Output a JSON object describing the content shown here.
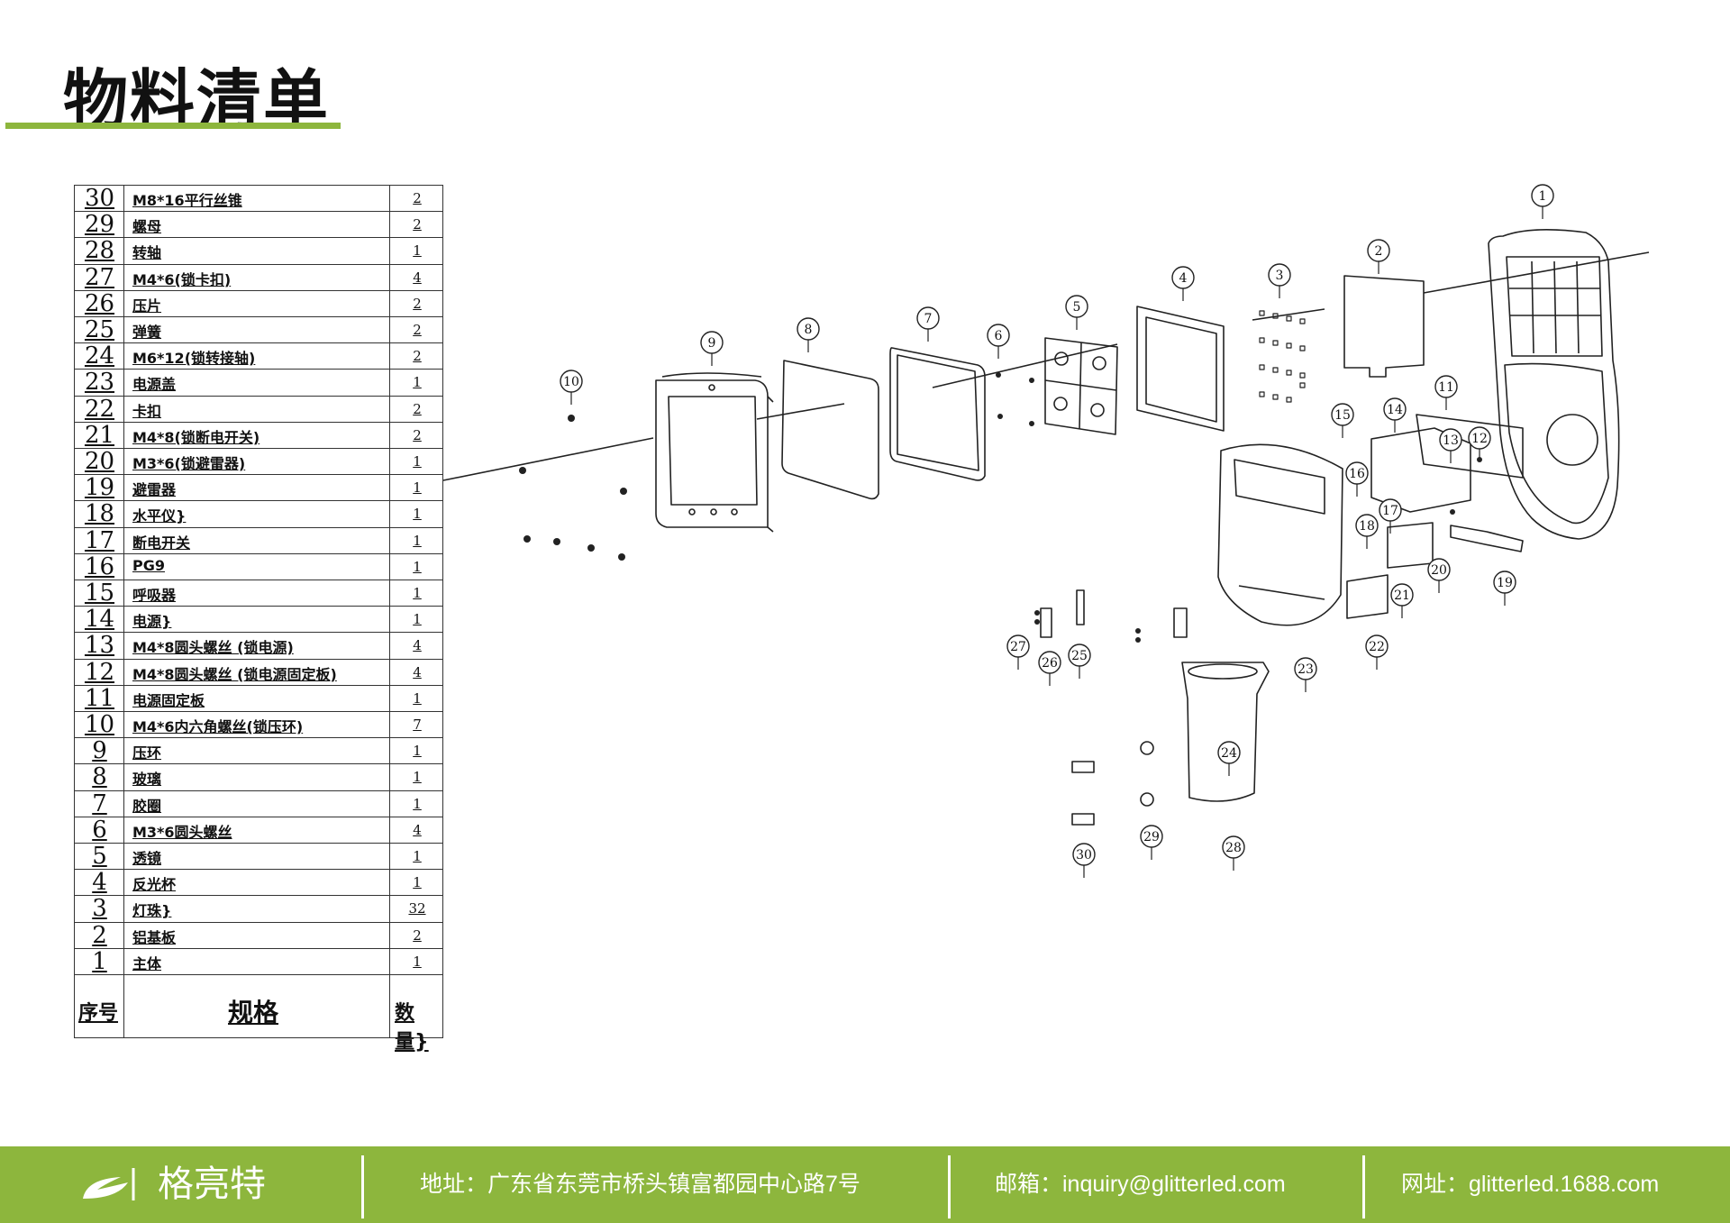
{
  "title": "物料清单",
  "colors": {
    "accent": "#8db63d",
    "footer_text": "#ffffff",
    "ink": "#111111"
  },
  "bom": {
    "header": {
      "no": "序号",
      "spec": "规格",
      "qty": "数量}"
    },
    "rows": [
      {
        "no": "30",
        "spec": "M8*16平行丝锥",
        "qty": "2"
      },
      {
        "no": "29",
        "spec": "螺母",
        "qty": "2"
      },
      {
        "no": "28",
        "spec": "转轴",
        "qty": "1"
      },
      {
        "no": "27",
        "spec": "M4*6(锁卡扣)",
        "qty": "4"
      },
      {
        "no": "26",
        "spec": "压片",
        "qty": "2"
      },
      {
        "no": "25",
        "spec": "弹簧",
        "qty": "2"
      },
      {
        "no": "24",
        "spec": "M6*12(锁转接轴)",
        "qty": "2"
      },
      {
        "no": "23",
        "spec": "电源盖",
        "qty": "1"
      },
      {
        "no": "22",
        "spec": "卡扣",
        "qty": "2"
      },
      {
        "no": "21",
        "spec": "M4*8(锁断电开关)",
        "qty": "2"
      },
      {
        "no": "20",
        "spec": "M3*6(锁避雷器)",
        "qty": "1"
      },
      {
        "no": "19",
        "spec": "避雷器",
        "qty": "1"
      },
      {
        "no": "18",
        "spec": "水平仪}",
        "qty": "1"
      },
      {
        "no": "17",
        "spec": "断电开关",
        "qty": "1"
      },
      {
        "no": "16",
        "spec": "PG9",
        "qty": "1"
      },
      {
        "no": "15",
        "spec": "呼吸器",
        "qty": "1"
      },
      {
        "no": "14",
        "spec": "电源}",
        "qty": "1"
      },
      {
        "no": "13",
        "spec": "M4*8圆头螺丝 (锁电源)",
        "qty": "4"
      },
      {
        "no": "12",
        "spec": "M4*8圆头螺丝 (锁电源固定板)",
        "qty": "4"
      },
      {
        "no": "11",
        "spec": "电源固定板",
        "qty": "1"
      },
      {
        "no": "10",
        "spec": "M4*6内六角螺丝(锁压环)",
        "qty": "7"
      },
      {
        "no": "9",
        "spec": "压环",
        "qty": "1"
      },
      {
        "no": "8",
        "spec": "玻璃",
        "qty": "1"
      },
      {
        "no": "7",
        "spec": "胶圈",
        "qty": "1"
      },
      {
        "no": "6",
        "spec": "M3*6圆头螺丝",
        "qty": "4"
      },
      {
        "no": "5",
        "spec": "透镜",
        "qty": "1"
      },
      {
        "no": "4",
        "spec": "反光杯",
        "qty": "1"
      },
      {
        "no": "3",
        "spec": "灯珠}",
        "qty": "32"
      },
      {
        "no": "2",
        "spec": "铝基板",
        "qty": "2"
      },
      {
        "no": "1",
        "spec": "主体",
        "qty": "1"
      }
    ]
  },
  "callouts": [
    "1",
    "2",
    "3",
    "4",
    "5",
    "6",
    "7",
    "8",
    "9",
    "10",
    "11",
    "12",
    "13",
    "14",
    "15",
    "16",
    "17",
    "18",
    "19",
    "20",
    "21",
    "22",
    "23",
    "24",
    "25",
    "26",
    "27",
    "28",
    "29",
    "30"
  ],
  "footer": {
    "brand": "格亮特",
    "address": "地址：广东省东莞市桥头镇富都园中心路7号",
    "email": "邮箱：inquiry@glitterled.com",
    "website": "网址：glitterled.1688.com"
  }
}
